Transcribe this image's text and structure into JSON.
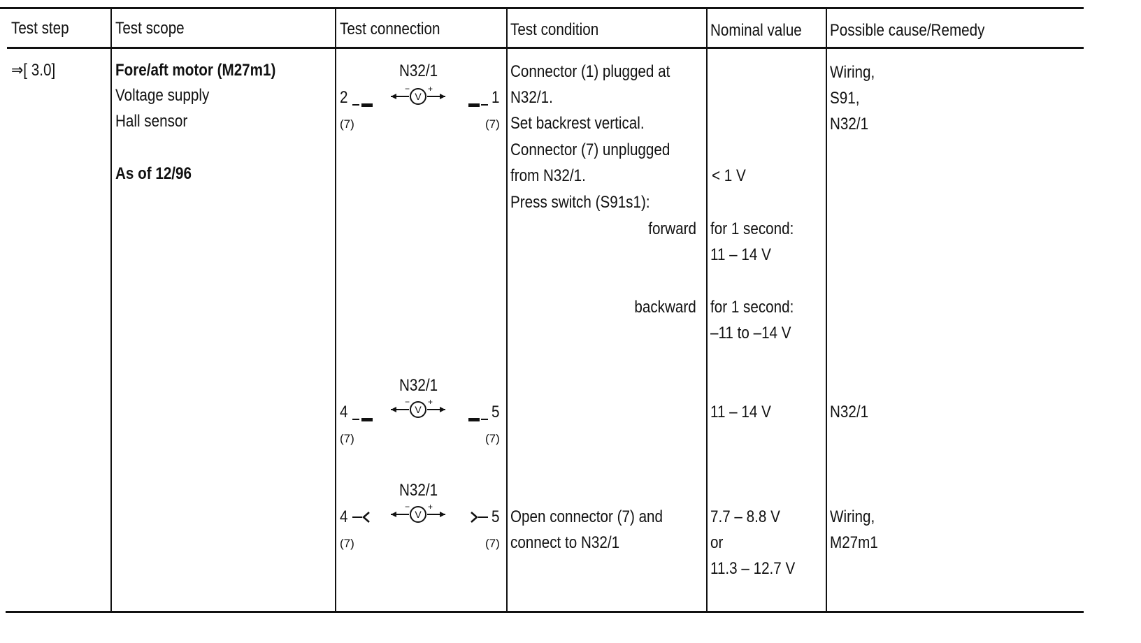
{
  "headers": {
    "test_step": "Test step",
    "test_scope": "Test scope",
    "test_connection": "Test connection",
    "test_condition": "Test condition",
    "nominal_value": "Nominal value",
    "cause_remedy": "Possible cause/Remedy"
  },
  "row": {
    "step": "⇒[ 3.0]",
    "scope": {
      "title": "Fore/aft motor (M27m1)",
      "line1": "Voltage supply",
      "line2": "Hall sensor",
      "as_of": "As of 12/96"
    },
    "connections": [
      {
        "component": "N32/1",
        "left_pin": "2",
        "right_pin": "1",
        "left_conn": "(7)",
        "right_conn": "(7)"
      },
      {
        "component": "N32/1",
        "left_pin": "4",
        "right_pin": "5",
        "left_conn": "(7)",
        "right_conn": "(7)"
      },
      {
        "component": "N32/1",
        "left_pin": "4",
        "right_pin": "5",
        "left_conn": "(7)",
        "right_conn": "(7)"
      }
    ],
    "conditions": {
      "c1": "Connector (1) plugged at",
      "c2": "N32/1.",
      "c3": "Set backrest vertical.",
      "c4": "Connector (7) unplugged",
      "c5": "from N32/1.",
      "c6": "Press switch (S91s1):",
      "forward": "forward",
      "backward": "backward",
      "c7": "Open connector (7) and",
      "c8": "connect to N32/1"
    },
    "nominal": {
      "n1": "< 1 V",
      "n2": "for 1 second:",
      "n3": "11 – 14 V",
      "n4": "for 1 second:",
      "n5": "–11 to –14 V",
      "n6": "11 – 14 V",
      "n7": "7.7 – 8.8 V",
      "n8": "or",
      "n9": "11.3 – 12.7 V"
    },
    "remedy": {
      "r1": "Wiring,",
      "r2": "S91,",
      "r3": "N32/1",
      "r4": "N32/1",
      "r5": "Wiring,",
      "r6": "M27m1"
    }
  },
  "icons": {
    "meter": "voltmeter-icon"
  },
  "colors": {
    "ink": "#111111",
    "paper": "#ffffff"
  }
}
